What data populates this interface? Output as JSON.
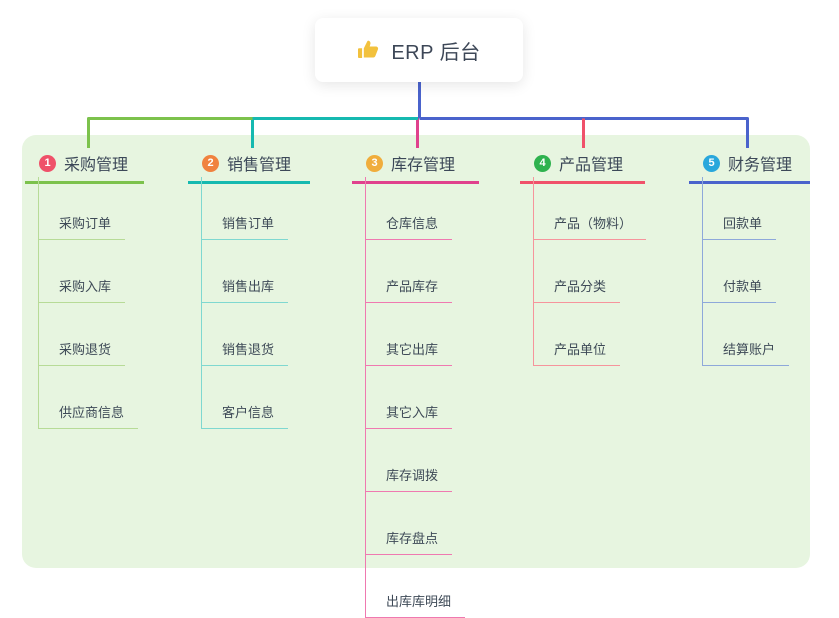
{
  "root": {
    "title": "ERP 后台",
    "icon": "thumbs-up-icon",
    "icon_color": "#f2c13d"
  },
  "connector": {
    "root_line_color": "#4a63cc"
  },
  "branches": [
    {
      "number": "1",
      "title": "采购管理",
      "badge_color": "#ef5169",
      "line_color": "#7cc24c",
      "child_line_color": "#b7db97",
      "children": [
        "采购订单",
        "采购入库",
        "采购退货",
        "供应商信息"
      ]
    },
    {
      "number": "2",
      "title": "销售管理",
      "badge_color": "#f0823f",
      "line_color": "#16b9b0",
      "child_line_color": "#7fd8d0",
      "children": [
        "销售订单",
        "销售出库",
        "销售退货",
        "客户信息"
      ]
    },
    {
      "number": "3",
      "title": "库存管理",
      "badge_color": "#f0ad3c",
      "line_color": "#e0418d",
      "child_line_color": "#ef79b0",
      "children": [
        "仓库信息",
        "产品库存",
        "其它出库",
        "其它入库",
        "库存调拨",
        "库存盘点",
        "出库库明细"
      ]
    },
    {
      "number": "4",
      "title": "产品管理",
      "badge_color": "#2eb24e",
      "line_color": "#f0516a",
      "child_line_color": "#f6949c",
      "children": [
        "产品（物料）",
        "产品分类",
        "产品单位"
      ]
    },
    {
      "number": "5",
      "title": "财务管理",
      "badge_color": "#29a7dc",
      "line_color": "#4a63cc",
      "child_line_color": "#8ea8da",
      "children": [
        "回款单",
        "付款单",
        "结算账户"
      ]
    }
  ]
}
